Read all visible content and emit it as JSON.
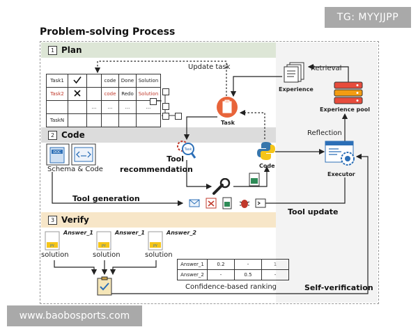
{
  "tg_badge": "TG: MYYJJPP",
  "watermark": "www.baobosports.com",
  "title": "Problem-solving Process",
  "sections": {
    "plan": {
      "num": "1",
      "title": "Plan"
    },
    "code": {
      "num": "2",
      "title": "Code"
    },
    "verify": {
      "num": "3",
      "title": "Verify"
    }
  },
  "task_table": {
    "rows": [
      {
        "name": "Task1",
        "status": "check",
        "c1": "",
        "c2": "code",
        "c3": "Done",
        "c4": "Solution",
        "red": false
      },
      {
        "name": "Task2",
        "status": "cross",
        "c1": "",
        "c2": "code",
        "c3": "Redo",
        "c4": "Solution",
        "red": true
      },
      {
        "name": "",
        "status": "",
        "c1": "...",
        "c2": "...",
        "c3": "...",
        "c4": "...",
        "red": false
      },
      {
        "name": "TaskN",
        "status": "",
        "c1": "",
        "c2": "",
        "c3": "",
        "c4": "",
        "red": false
      }
    ]
  },
  "labels": {
    "update_task": "Update task",
    "retrieval": "Retrieval",
    "experience": "Experience",
    "experience_pool": "Experience pool",
    "task": "Task",
    "reflection": "Reflection",
    "schema_code": "Schema & Code",
    "tool_recommendation": "Tool\nrecommendation",
    "code": "Code",
    "executor": "Executor",
    "tool_generation": "Tool generation",
    "tool_update": "Tool update",
    "self_verification": "Self-verification",
    "confidence_ranking": "Confidence-based ranking",
    "doc_badge": "DOC",
    "task_badge": "Task",
    "py_badge": "PY"
  },
  "answers": [
    {
      "label": "Answer_1",
      "caption": "solution"
    },
    {
      "label": "Answer_1",
      "caption": "solution"
    },
    {
      "label": "Answer_2",
      "caption": "solution"
    }
  ],
  "ranking_table": {
    "rows": [
      {
        "name": "Answer_1",
        "v1": "0.2",
        "v2": "-",
        "v3": "1"
      },
      {
        "name": "Answer_2",
        "v1": "-",
        "v2": "0.5",
        "v3": "-"
      }
    ]
  },
  "colors": {
    "plan_band": "#dde6d6",
    "code_band": "#dcdcdc",
    "verify_band": "#f7e6c8",
    "accent_red": "#c0392b",
    "task_orange": "#e8643a",
    "python_blue": "#3776ab",
    "python_yellow": "#f5c518"
  },
  "icons": [
    "check-icon",
    "cross-icon",
    "task-clipboard-icon",
    "document-stack-icon",
    "server-stack-icon",
    "doc-file-icon",
    "code-window-icon",
    "magnifier-gear-icon",
    "python-logo-icon",
    "executor-window-icon",
    "wrench-icon",
    "spreadsheet-icon",
    "mail-icon",
    "toolkit-icon",
    "bug-icon",
    "terminal-icon",
    "py-file-icon",
    "checklist-icon"
  ]
}
